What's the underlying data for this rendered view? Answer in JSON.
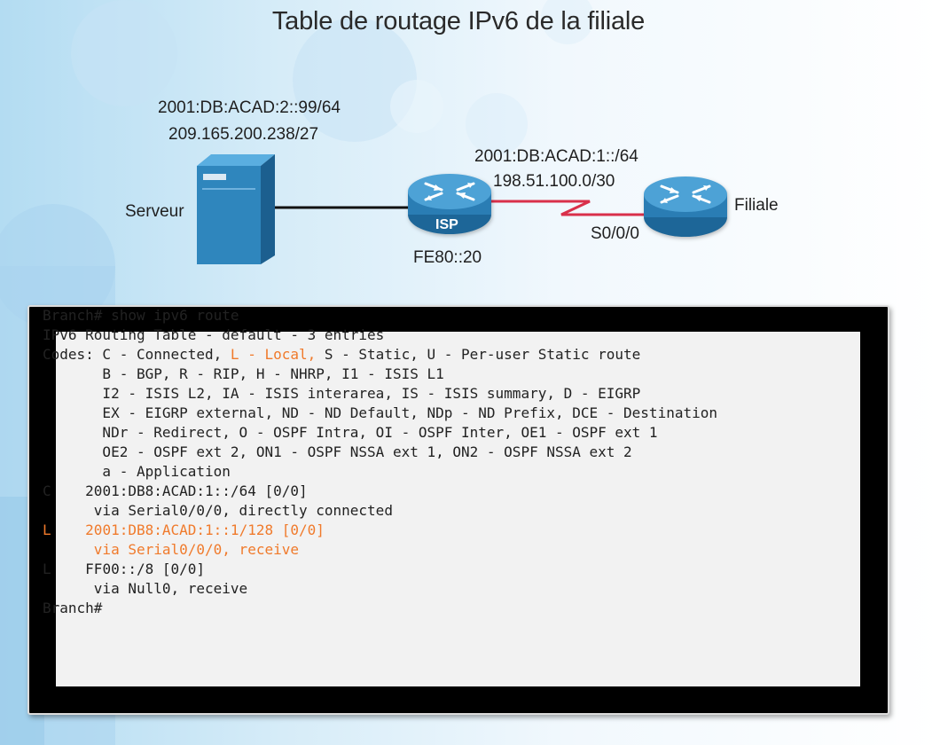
{
  "title": "Table de routage IPv6 de la filiale",
  "topology": {
    "server": {
      "name": "Serveur",
      "ipv6": "2001:DB:ACAD:2::99/64",
      "ipv4": "209.165.200.238/27"
    },
    "isp": {
      "name": "ISP",
      "link_local": "FE80::20"
    },
    "wan_link": {
      "ipv6": "2001:DB:ACAD:1::/64",
      "ipv4": "198.51.100.0/30",
      "interface": "S0/0/0"
    },
    "branch": {
      "name": "Filiale"
    }
  },
  "terminal": {
    "lines": [
      {
        "code": "Branch#",
        "text": " show ipv6 route",
        "highlight": false
      },
      {
        "code": "IPv6 Routing Table",
        "text": " - default - 3 entries",
        "highlight": false
      },
      {
        "code": "Codes:",
        "text": " C - Connected, ",
        "highlight_part": "L - Local,",
        "rest": " S - Static, U - Per-user Static route"
      },
      {
        "code": "",
        "text": "       B - BGP, R - RIP, H - NHRP, I1 - ISIS L1",
        "highlight": false
      },
      {
        "code": "",
        "text": "       I2 - ISIS L2, IA - ISIS interarea, IS - ISIS summary, D - EIGRP",
        "highlight": false
      },
      {
        "code": "",
        "text": "       EX - EIGRP external, ND - ND Default, NDp - ND Prefix, DCE - Destination",
        "highlight": false
      },
      {
        "code": "",
        "text": "       NDr - Redirect, O - OSPF Intra, OI - OSPF Inter, OE1 - OSPF ext 1",
        "highlight": false
      },
      {
        "code": "",
        "text": "       OE2 - OSPF ext 2, ON1 - OSPF NSSA ext 1, ON2 - OSPF NSSA ext 2",
        "highlight": false
      },
      {
        "code": "",
        "text": "       a - Application",
        "highlight": false
      },
      {
        "code": "C",
        "text": "    2001:DB8:ACAD:1::/64 [0/0]",
        "highlight": false
      },
      {
        "code": "",
        "text": "      via Serial0/0/0, directly connected",
        "highlight": false
      },
      {
        "code": "L",
        "text": "    2001:DB8:ACAD:1::1/128 [0/0]",
        "highlight": true
      },
      {
        "code": "",
        "text": "      via Serial0/0/0, receive",
        "highlight": true
      },
      {
        "code": "L",
        "text": "    FF00::/8 [0/0]",
        "highlight": false
      },
      {
        "code": "",
        "text": "      via Null0, receive",
        "highlight": false
      },
      {
        "code": "Branch#",
        "text": "",
        "highlight": false
      }
    ]
  },
  "colors": {
    "highlight": "#f07a2b",
    "wan_link": "#d9304a",
    "router_body": "#2a7db4",
    "server_body": "#2f86bd"
  }
}
